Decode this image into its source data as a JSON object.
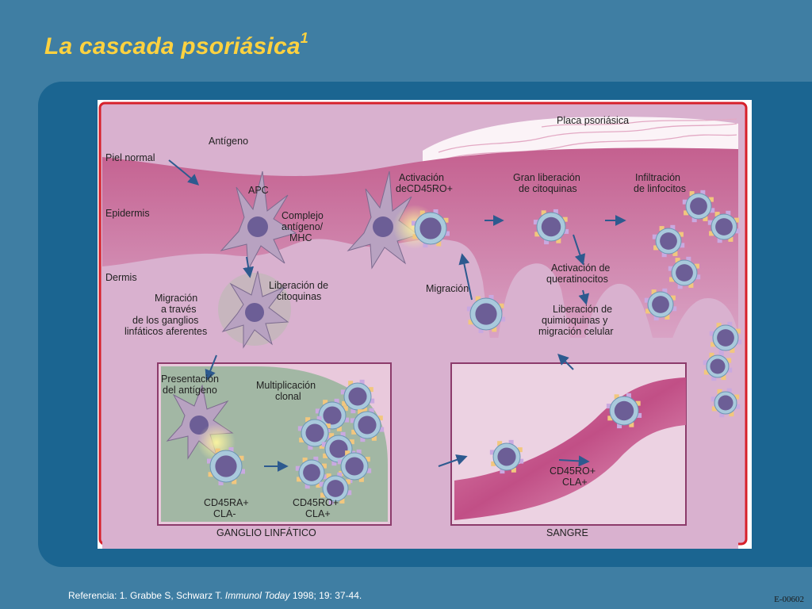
{
  "slide": {
    "title": "La cascada psoriásica",
    "title_superscript": "1"
  },
  "diagram": {
    "labels": {
      "placa_psoriasica": "Placa psoriásica",
      "antigeno": "Antígeno",
      "piel_normal": "Piel normal",
      "epidermis": "Epidermis",
      "dermis": "Dermis",
      "apc": "APC",
      "complejo_antigeno_mhc": [
        "Complejo",
        "antígeno/",
        "MHC"
      ],
      "activacion_cd45ro": [
        "Activación",
        "deCD45RO+"
      ],
      "gran_liberacion_citoquinas": [
        "Gran liberación",
        "de citoquinas"
      ],
      "infiltracion_linfocitos": [
        "Infiltración",
        "de linfocitos"
      ],
      "liberacion_citoquinas": [
        "Liberación de",
        "citoquinas"
      ],
      "migracion_ganglios": [
        "Migración",
        "a través",
        "de los ganglios",
        "linfáticos aferentes"
      ],
      "migracion": "Migración",
      "activacion_queratinocitos": [
        "Activación de",
        "queratinocitos"
      ],
      "liberacion_quimioquinas": [
        "Liberación de",
        "quimioquinas y",
        "migración celular"
      ],
      "presentacion_antigeno": [
        "Presentación",
        "del antígeno"
      ],
      "multiplicacion_clonal": [
        "Multiplicación",
        "clonal"
      ],
      "cd45ra_cla_minus": [
        "CD45RA+",
        "CLA-"
      ],
      "cd45ro_cla_plus_node": [
        "CD45RO+",
        "CLA+"
      ],
      "cd45ro_cla_plus_blood": [
        "CD45RO+",
        "CLA+"
      ],
      "ganglio_linfatico": "GANGLIO LINFÁTICO",
      "sangre": "SANGRE"
    },
    "colors": {
      "skin": "#d3a6c6",
      "plaque_top": "#b94f86",
      "vessel": "#c8578c",
      "node": "#95b49a",
      "frame_border": "#d7202a",
      "cell": "#6c5e96",
      "arrow": "#2d5a8f"
    }
  },
  "footer": {
    "reference_prefix": "Referencia:   1.  Grabbe S, Schwarz T. ",
    "reference_journal": "Immunol Today",
    "reference_suffix": " 1998; 19: 37-44.",
    "slide_code": "E-00602"
  }
}
